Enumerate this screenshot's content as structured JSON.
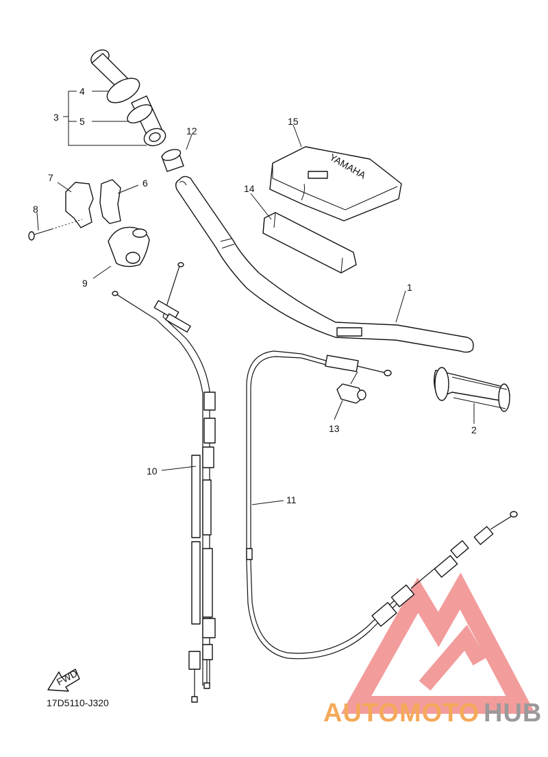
{
  "diagram": {
    "code": "17D5110-J320",
    "fwd": "FWD",
    "emblem_text": "YAMAHA",
    "callouts": [
      {
        "id": "c1",
        "label": "1"
      },
      {
        "id": "c2",
        "label": "2"
      },
      {
        "id": "c3",
        "label": "3"
      },
      {
        "id": "c4",
        "label": "4"
      },
      {
        "id": "c5",
        "label": "5"
      },
      {
        "id": "c6",
        "label": "6"
      },
      {
        "id": "c7",
        "label": "7"
      },
      {
        "id": "c8",
        "label": "8"
      },
      {
        "id": "c9",
        "label": "9"
      },
      {
        "id": "c10",
        "label": "10"
      },
      {
        "id": "c11",
        "label": "11"
      },
      {
        "id": "c12",
        "label": "12"
      },
      {
        "id": "c13",
        "label": "13"
      },
      {
        "id": "c14",
        "label": "14"
      },
      {
        "id": "c15",
        "label": "15"
      }
    ]
  },
  "watermark": {
    "part1": "AUTOMOTO",
    "part2": "HUB",
    "color_primary": "#f4a95a",
    "color_secondary": "#9a9a9a",
    "logo_color": "#f08b8b"
  }
}
